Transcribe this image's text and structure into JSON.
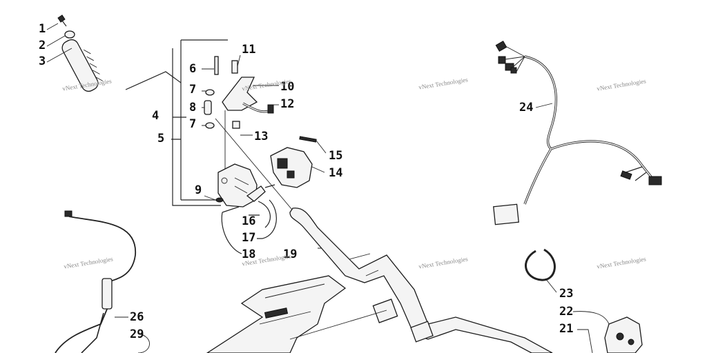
{
  "diagram": {
    "callouts": [
      {
        "id": "c1",
        "label": "1"
      },
      {
        "id": "c2",
        "label": "2"
      },
      {
        "id": "c3",
        "label": "3"
      },
      {
        "id": "c4",
        "label": "4"
      },
      {
        "id": "c5",
        "label": "5"
      },
      {
        "id": "c6",
        "label": "6"
      },
      {
        "id": "c7a",
        "label": "7"
      },
      {
        "id": "c7b",
        "label": "7"
      },
      {
        "id": "c8",
        "label": "8"
      },
      {
        "id": "c9",
        "label": "9"
      },
      {
        "id": "c10",
        "label": "10"
      },
      {
        "id": "c11",
        "label": "11"
      },
      {
        "id": "c12",
        "label": "12"
      },
      {
        "id": "c13",
        "label": "13"
      },
      {
        "id": "c14",
        "label": "14"
      },
      {
        "id": "c15",
        "label": "15"
      },
      {
        "id": "c16",
        "label": "16"
      },
      {
        "id": "c17",
        "label": "17"
      },
      {
        "id": "c18",
        "label": "18"
      },
      {
        "id": "c19",
        "label": "19"
      },
      {
        "id": "c21",
        "label": "21"
      },
      {
        "id": "c22",
        "label": "22"
      },
      {
        "id": "c23",
        "label": "23"
      },
      {
        "id": "c24",
        "label": "24"
      },
      {
        "id": "c26",
        "label": "26"
      },
      {
        "id": "c29",
        "label": "29"
      }
    ],
    "watermark": "vNext Technologies"
  }
}
